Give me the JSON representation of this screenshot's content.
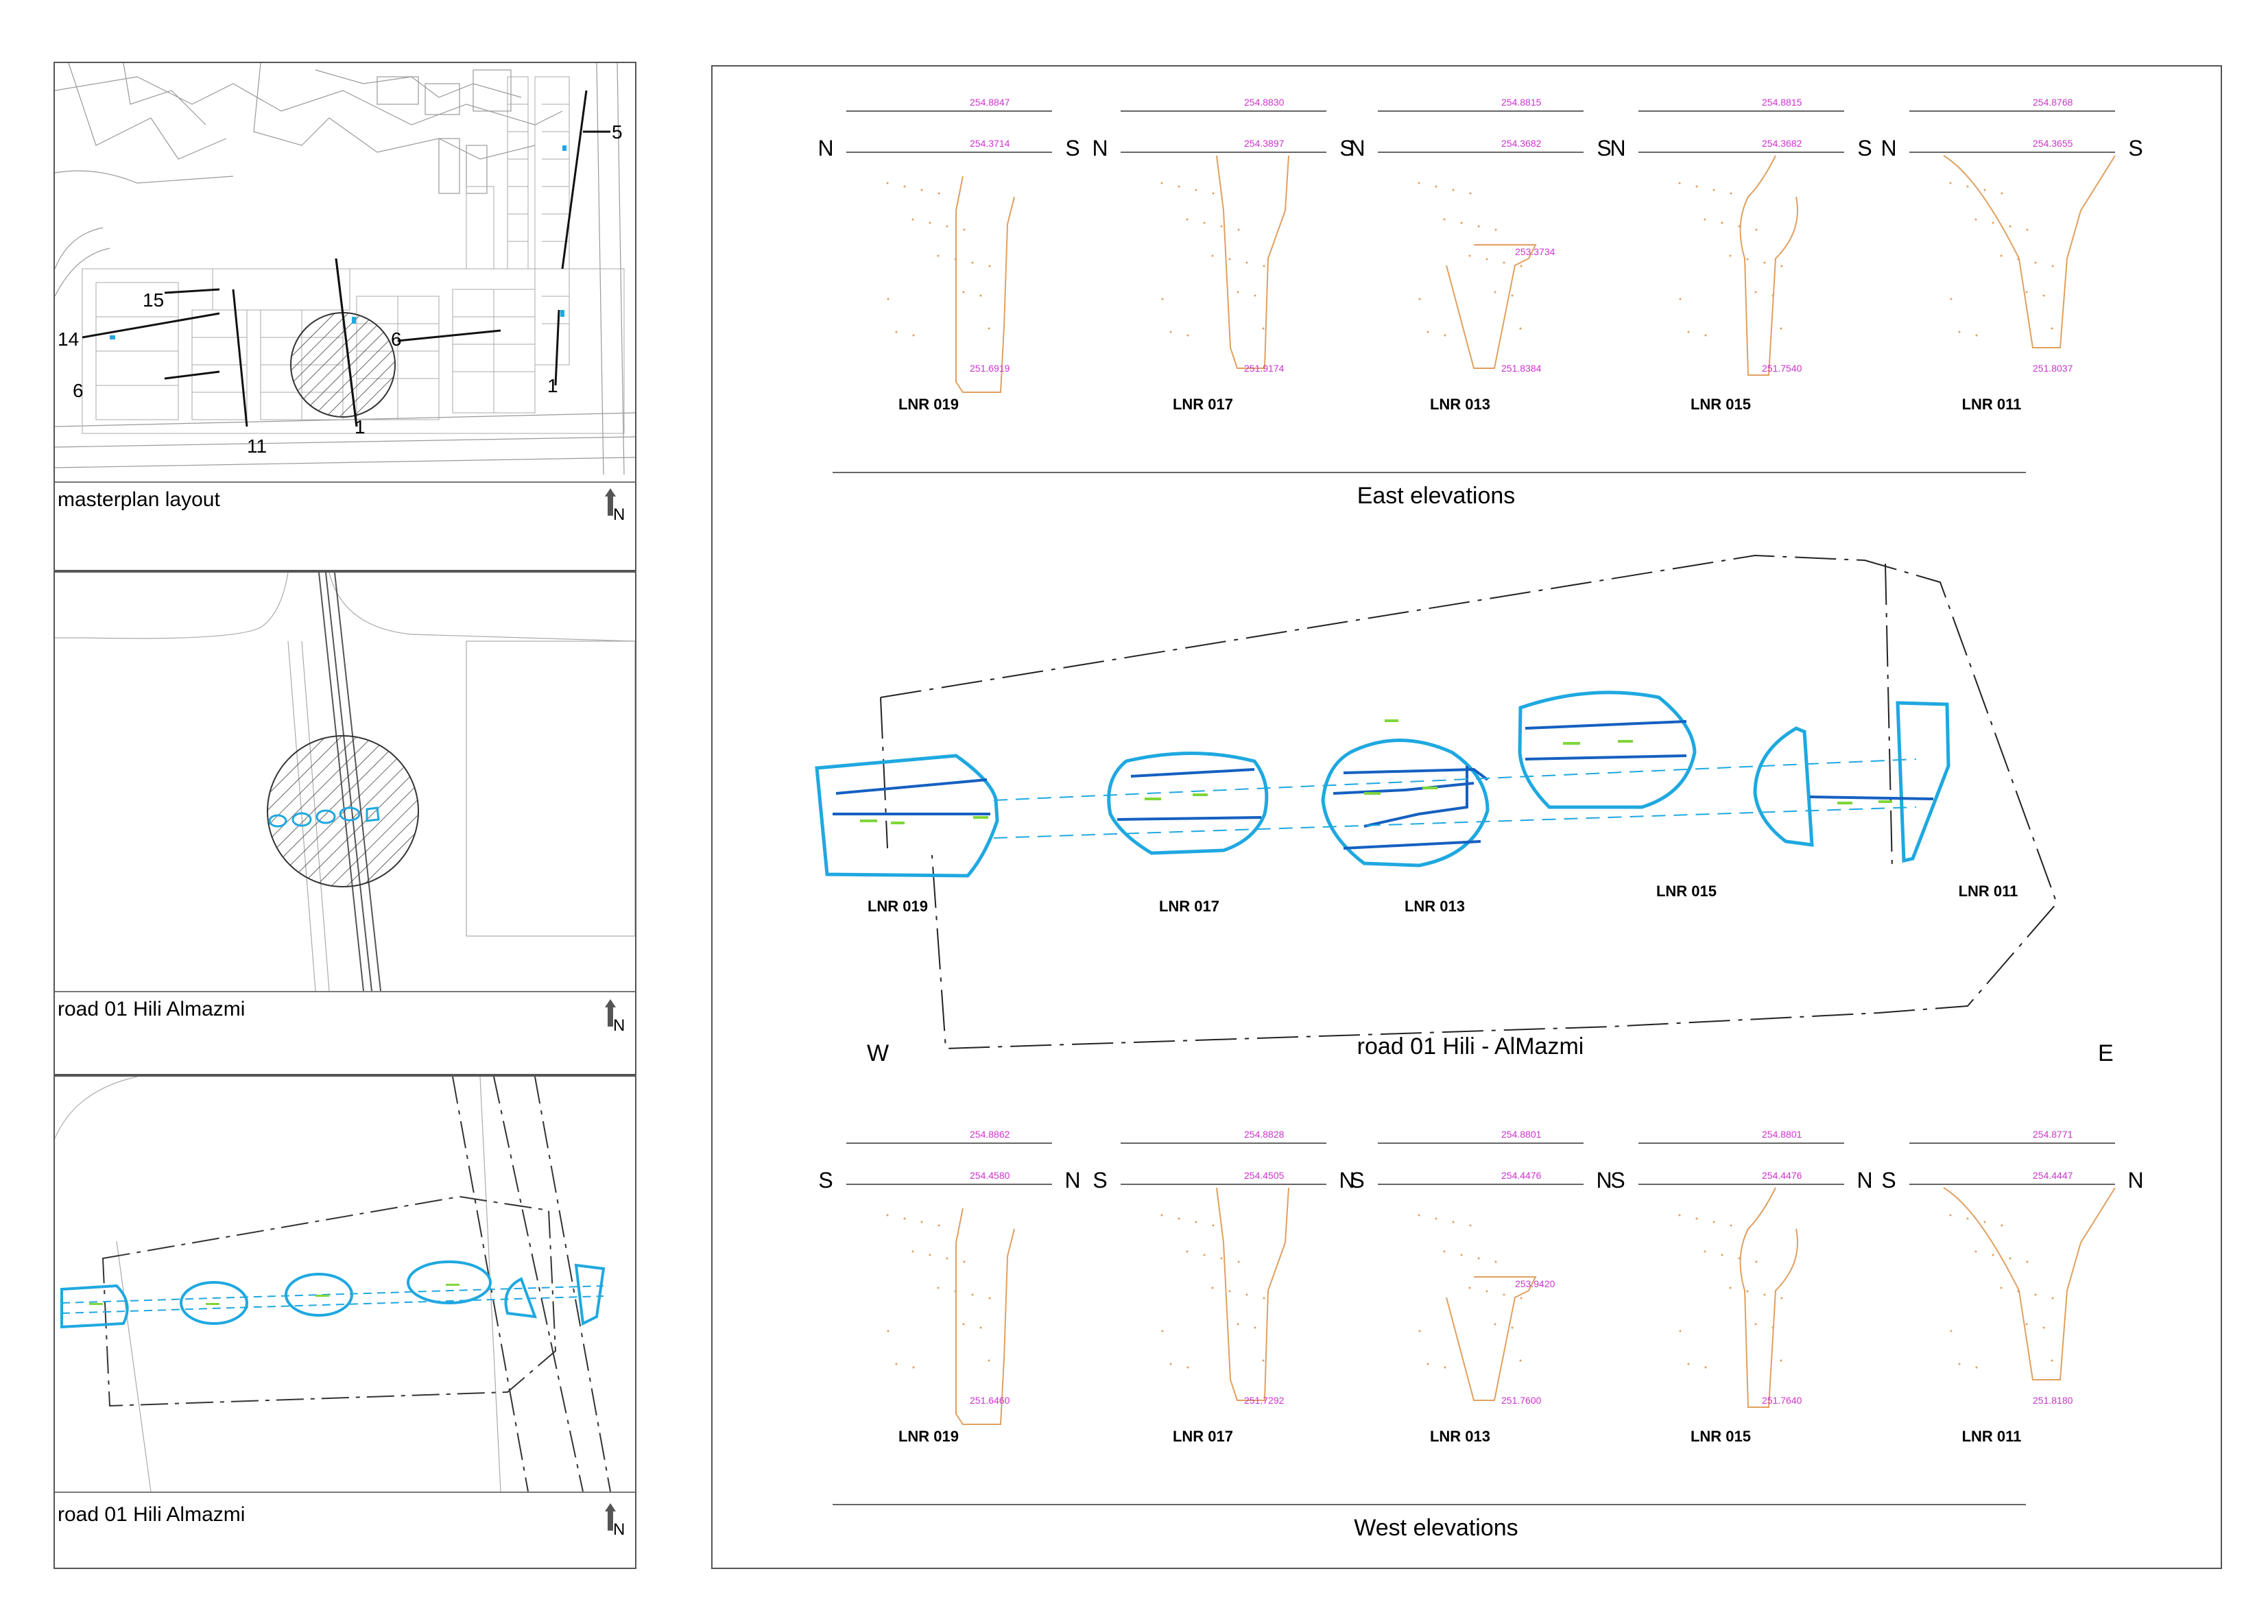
{
  "panels": {
    "masterplan": {
      "caption": "masterplan layout",
      "north": "N",
      "labels": [
        "5",
        "15",
        "14",
        "6",
        "6",
        "1",
        "1",
        "11"
      ]
    },
    "road_zoom": {
      "caption": "road 01 Hili Almazmi",
      "north": "N"
    },
    "road_detail": {
      "caption": "road 01 Hili Almazmi",
      "north": "N"
    }
  },
  "east": {
    "title": "East elevations",
    "dirs": [
      "N",
      "S"
    ],
    "sections": [
      {
        "name": "LNR 019",
        "top": "254.8847",
        "mid": "254.3714",
        "bot": "251.6919"
      },
      {
        "name": "LNR 017",
        "top": "254.8830",
        "mid": "254.3897",
        "bot": "251.9174"
      },
      {
        "name": "LNR 013",
        "top": "254.8815",
        "mid": "254.3682",
        "bot": "251.8384",
        "extra": "253.3734"
      },
      {
        "name": "LNR 015",
        "top": "254.8815",
        "mid": "254.3682",
        "bot": "251.7540"
      },
      {
        "name": "LNR 011",
        "top": "254.8768",
        "mid": "254.3655",
        "bot": "251.8037"
      }
    ]
  },
  "plan": {
    "title": "road 01 Hili - AlMazmi",
    "west": "W",
    "east": "E",
    "labels": [
      "LNR 019",
      "LNR 017",
      "LNR 013",
      "LNR 015",
      "LNR 011"
    ]
  },
  "west": {
    "title": "West elevations",
    "dirs": [
      "S",
      "N"
    ],
    "sections": [
      {
        "name": "LNR 019",
        "top": "254.8862",
        "mid": "254.4580",
        "bot": "251.6460"
      },
      {
        "name": "LNR 017",
        "top": "254.8828",
        "mid": "254.4505",
        "bot": "251.7292"
      },
      {
        "name": "LNR 013",
        "top": "254.8801",
        "mid": "254.4476",
        "bot": "251.7600",
        "extra": "253.9420"
      },
      {
        "name": "LNR 015",
        "top": "254.8801",
        "mid": "254.4476",
        "bot": "251.7640"
      },
      {
        "name": "LNR 011",
        "top": "254.8771",
        "mid": "254.4447",
        "bot": "251.8180"
      }
    ]
  },
  "colors": {
    "section_line": "#e0a060",
    "elevation_label": "#cc33cc",
    "plan_outline": "#1fa8e0",
    "plan_inner": "#1560c0",
    "plan_green": "#7fd63a"
  }
}
